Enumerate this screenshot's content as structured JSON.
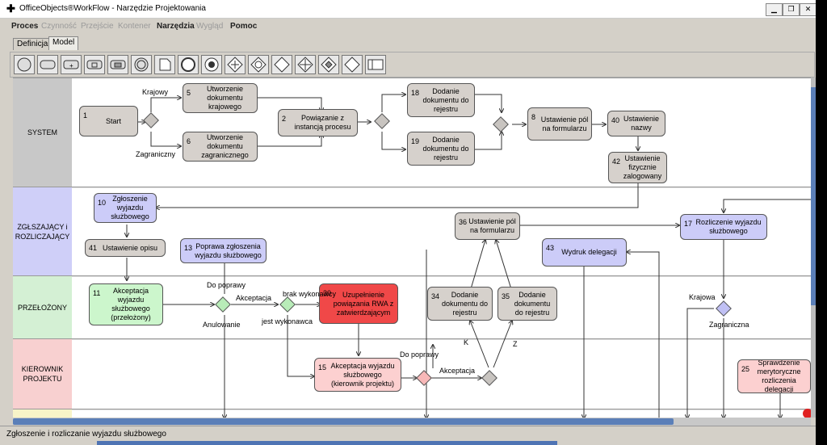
{
  "window": {
    "title": "OfficeObjects®WorkFlow - Narzędzie Projektowania",
    "app_icon": "cross-icon",
    "buttons": [
      "minimize-icon",
      "restore-icon",
      "close-icon"
    ]
  },
  "menu": [
    {
      "label": "Proces",
      "enabled": true
    },
    {
      "label": "Czynność",
      "enabled": false
    },
    {
      "label": "Przejście",
      "enabled": false
    },
    {
      "label": "Kontener",
      "enabled": false
    },
    {
      "label": "Narzędzia",
      "enabled": true
    },
    {
      "label": "Wygląd",
      "enabled": false
    },
    {
      "label": "Pomoc",
      "enabled": true
    }
  ],
  "tabs": [
    {
      "label": "Definicja",
      "active": false
    },
    {
      "label": "Model",
      "active": true
    }
  ],
  "toolbar": {
    "tools": [
      "start-event-tool",
      "activity-tool",
      "subprocess-tool",
      "document-activity-tool",
      "group-activity-tool",
      "timer-tool",
      "document-tool",
      "end-event-tool",
      "terminate-event-tool",
      "parallel-gateway-tool",
      "inclusive-gateway-tool",
      "exclusive-gateway-tool",
      "parallel-gateway-tool-2",
      "complex-gateway-tool",
      "gateway-tool",
      "lane-tool"
    ]
  },
  "lanes": [
    {
      "label": "SYSTEM",
      "color": "#c8c8c8"
    },
    {
      "label": "ZGŁSZAJĄCY i ROZLICZAJĄCY",
      "color": "#cfcff8"
    },
    {
      "label": "PRZEŁOŻONY",
      "color": "#d4f0d4"
    },
    {
      "label": "KIEROWNIK PROJEKTU",
      "color": "#f8d0d0"
    },
    {
      "label": "",
      "color": "#f8f4c8"
    }
  ],
  "nodes": [
    {
      "id": "n1",
      "num": "1",
      "label": "Start",
      "color": "gray"
    },
    {
      "id": "n5",
      "num": "5",
      "label": "Utworzenie dokumentu krajowego",
      "color": "gray"
    },
    {
      "id": "n6",
      "num": "6",
      "label": "Utworzenie dokumentu zagranicznego",
      "color": "gray"
    },
    {
      "id": "n2",
      "num": "2",
      "label": "Powiązanie z instancją procesu",
      "color": "gray"
    },
    {
      "id": "n18",
      "num": "18",
      "label": "Dodanie dokumentu do rejestru",
      "color": "gray"
    },
    {
      "id": "n19",
      "num": "19",
      "label": "Dodanie dokumentu do rejestru",
      "color": "gray"
    },
    {
      "id": "n8",
      "num": "8",
      "label": "Ustawienie pól na formularzu",
      "color": "gray"
    },
    {
      "id": "n40",
      "num": "40",
      "label": "Ustawienie nazwy",
      "color": "gray"
    },
    {
      "id": "n42",
      "num": "42",
      "label": "Ustawienie fizycznie zalogowany",
      "color": "gray"
    },
    {
      "id": "n10",
      "num": "10",
      "label": "Zgłoszenie wyjazdu służbowego",
      "color": "blue"
    },
    {
      "id": "n41",
      "num": "41",
      "label": "Ustawienie opisu",
      "color": "gray"
    },
    {
      "id": "n13",
      "num": "13",
      "label": "Poprawa zgłoszenia wyjazdu służbowego",
      "color": "blue"
    },
    {
      "id": "n36",
      "num": "36",
      "label": "Ustawienie pól na formularzu",
      "color": "gray"
    },
    {
      "id": "n43",
      "num": "43",
      "label": "Wydruk delegacji",
      "color": "blue"
    },
    {
      "id": "n17",
      "num": "17",
      "label": "Rozliczenie wyjazdu służbowego",
      "color": "blue"
    },
    {
      "id": "n11",
      "num": "11",
      "label": "Akceptacja wyjazdu służbowego (przełożony)",
      "color": "green"
    },
    {
      "id": "n30",
      "num": "30",
      "label": "Uzupełnienie powiązania RWA z zatwierdzającym",
      "color": "red"
    },
    {
      "id": "n34",
      "num": "34",
      "label": "Dodanie dokumentu do rejestru",
      "color": "gray"
    },
    {
      "id": "n35",
      "num": "35",
      "label": "Dodanie dokumentu do rejestru",
      "color": "gray"
    },
    {
      "id": "n15",
      "num": "15",
      "label": "Akceptacja wyjazdu służbowego (kierownik projektu)",
      "color": "pink"
    },
    {
      "id": "n25",
      "num": "25",
      "label": "Sprawdzenie merytoryczne rozliczenia delegacji",
      "color": "pink"
    }
  ],
  "edge_labels": [
    {
      "id": "l-krajowy",
      "text": "Krajowy"
    },
    {
      "id": "l-zagraniczny",
      "text": "Zagraniczny"
    },
    {
      "id": "l-do-poprawy-1",
      "text": "Do poprawy"
    },
    {
      "id": "l-anulowanie",
      "text": "Anulowanie"
    },
    {
      "id": "l-akceptacja-1",
      "text": "Akceptacja"
    },
    {
      "id": "l-brak-wykonawcy",
      "text": "brak wykonawcy"
    },
    {
      "id": "l-jest-wykonawca",
      "text": "jest wykonawca"
    },
    {
      "id": "l-do-poprawy-2",
      "text": "Do poprawy"
    },
    {
      "id": "l-akceptacja-2",
      "text": "Akceptacja"
    },
    {
      "id": "l-k",
      "text": "K"
    },
    {
      "id": "l-z",
      "text": "Z"
    },
    {
      "id": "l-krajowa",
      "text": "Krajowa"
    },
    {
      "id": "l-zagraniczna",
      "text": "Zagraniczna"
    }
  ],
  "status": {
    "text": "Zgłoszenie i rozliczanie wyjazdu służbowego"
  }
}
